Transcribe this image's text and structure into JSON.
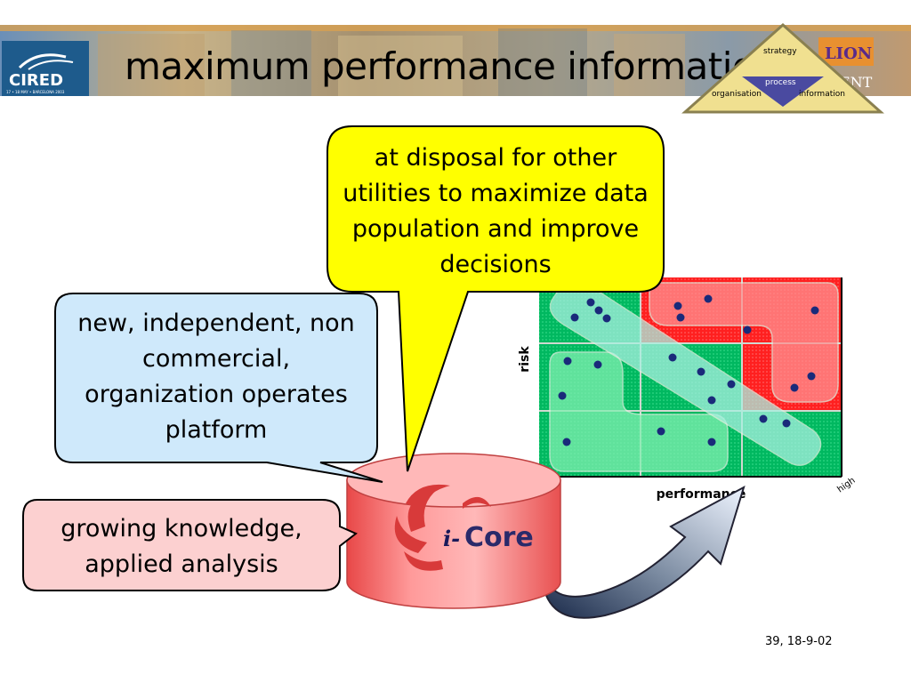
{
  "slide": {
    "title": "maximum performance information",
    "footer": "39, 18-9-02"
  },
  "logo": {
    "name": "CIRED",
    "tagline": "17 • 18 MAY • BARCELONA 2003"
  },
  "triangle_model": {
    "top": "strategy",
    "center": "process",
    "left": "organisation",
    "right": "information"
  },
  "banner_fragments": {
    "upper": "LION",
    "lower": "ENT"
  },
  "callouts": {
    "utilities": "at disposal for other utilities to maximize data population and improve decisions",
    "organization": "new, independent, non commercial, organization operates platform",
    "knowledge": "growing knowledge, applied analysis"
  },
  "icore": {
    "prefix": "i-",
    "name": "Core"
  },
  "matrix": {
    "y_label": "risk",
    "x_label": "performance",
    "corner_label": "high"
  },
  "colors": {
    "yellow_bubble": "#ffff00",
    "blue_bubble": "#cfe9fb",
    "pink_bubble": "#fcd0d0",
    "red_cell": "#ff0000",
    "green_cell": "#00c060",
    "dot": "#1a2a7a"
  }
}
